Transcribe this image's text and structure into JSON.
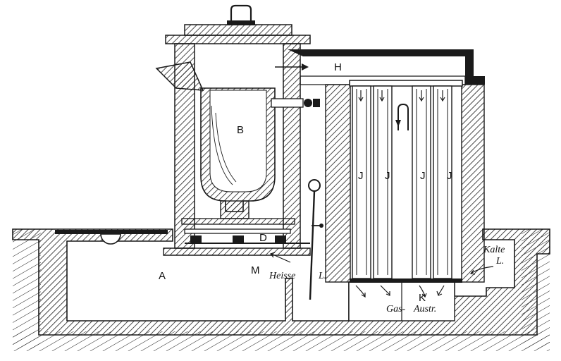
{
  "labels": {
    "A": "A",
    "B": "B",
    "D": "D",
    "H": "H",
    "J1": "J",
    "J2": "J",
    "J3": "J",
    "J4": "J",
    "K": "K",
    "M": "M",
    "heisse_word": "Heisse",
    "heisse_unit": "L.",
    "kalte_word": "Kalte",
    "kalte_unit": "L.",
    "gas_word": "Gas-",
    "gas_unit": "Austr."
  },
  "colors": {
    "ink": "#1a1a1a",
    "paper": "#ffffff"
  }
}
